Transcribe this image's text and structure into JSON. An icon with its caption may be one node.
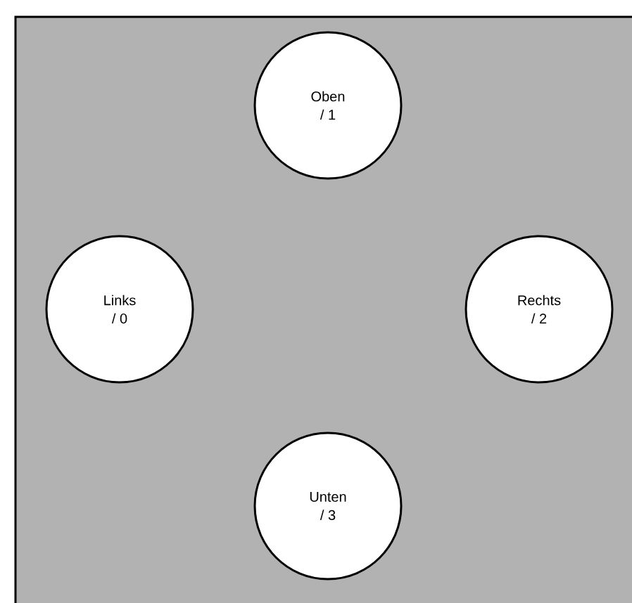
{
  "diagram": {
    "nodes": [
      {
        "text": [
          "Oben",
          "/ 1"
        ]
      },
      {
        "text": [
          "Links",
          "/ 0"
        ]
      },
      {
        "text": [
          "Rechts",
          "/ 2"
        ]
      },
      {
        "text": [
          "Unten",
          "/ 3"
        ]
      }
    ]
  }
}
